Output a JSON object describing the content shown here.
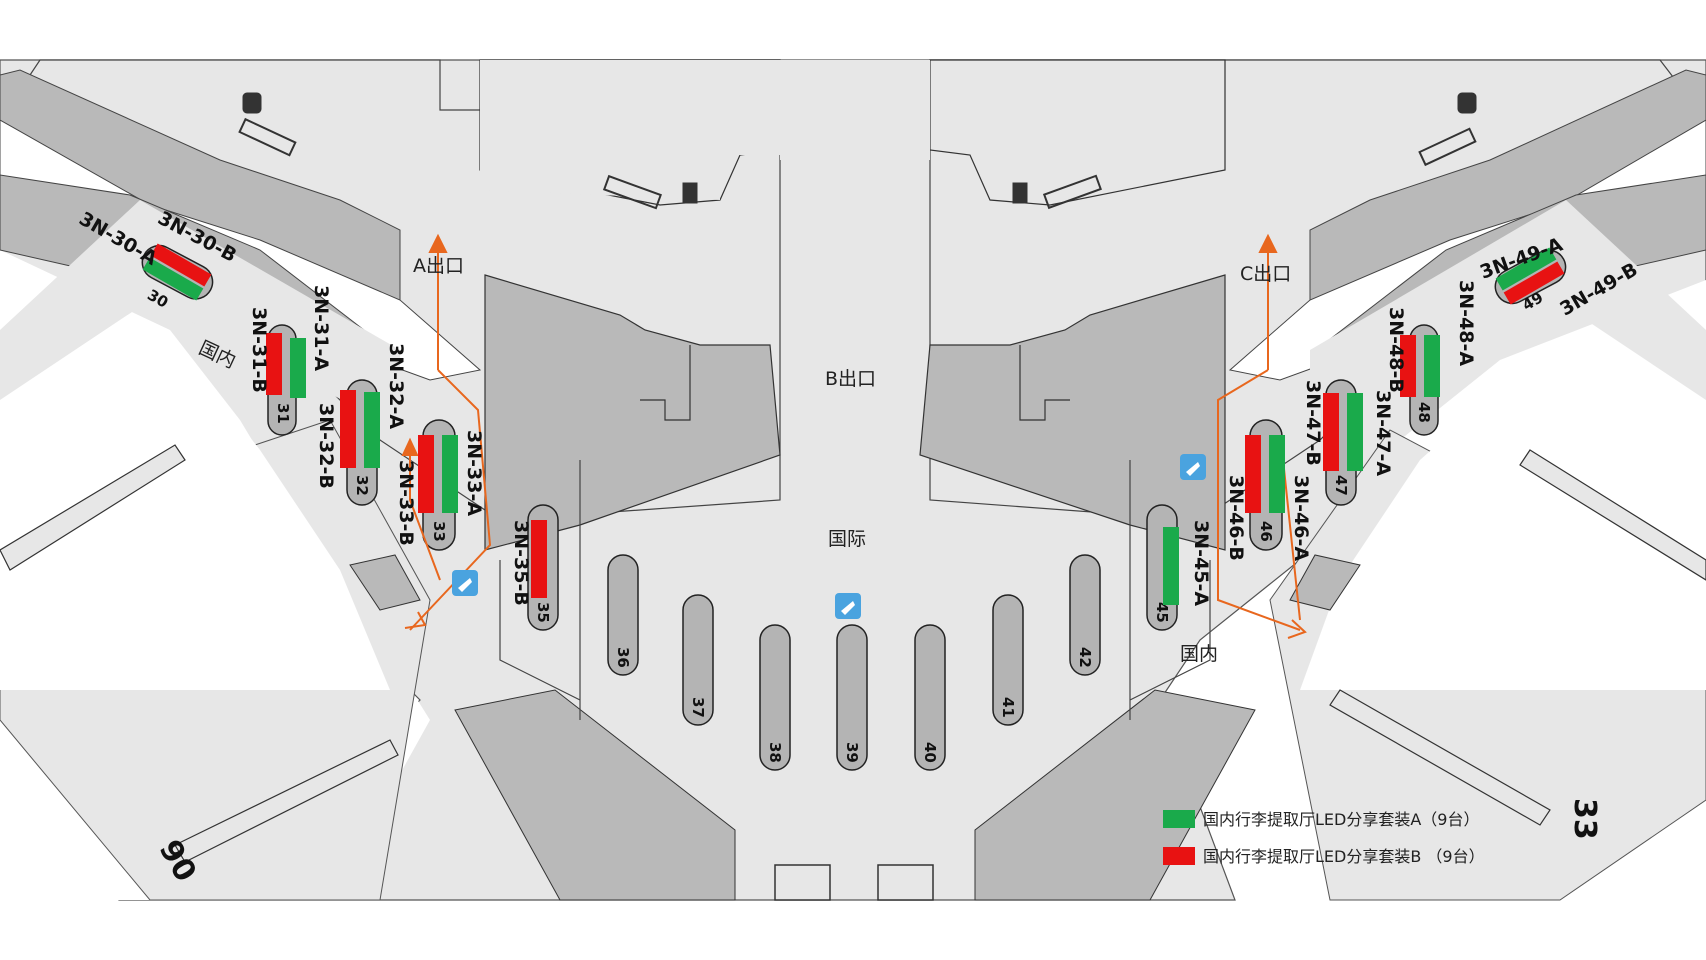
{
  "colors": {
    "background": "#e7e7e7",
    "block": "#b9b9b9",
    "outline": "#222222",
    "route": "#e8671e",
    "led_a": "#1aaa4b",
    "led_b": "#e81212",
    "carousel": "#b4b4b4",
    "icon": "#4aa3df"
  },
  "areas": {
    "exit_a": "A出口",
    "exit_b": "B出口",
    "exit_c": "C出口",
    "international": "国际",
    "domestic_left": "国内",
    "domestic_right": "国内"
  },
  "carousels": [
    "30",
    "31",
    "32",
    "33",
    "35",
    "36",
    "37",
    "38",
    "39",
    "40",
    "41",
    "42",
    "45",
    "46",
    "47",
    "48",
    "49"
  ],
  "gates": {
    "left": "90",
    "right": "33"
  },
  "led_labels": {
    "3N-30-A": "3N-30-A",
    "3N-30-B": "3N-30-B",
    "3N-31-A": "3N-31-A",
    "3N-31-B": "3N-31-B",
    "3N-32-A": "3N-32-A",
    "3N-32-B": "3N-32-B",
    "3N-33-A": "3N-33-A",
    "3N-33-B": "3N-33-B",
    "3N-35-B": "3N-35-B",
    "3N-45-A": "3N-45-A",
    "3N-46-A": "3N-46-A",
    "3N-46-B": "3N-46-B",
    "3N-47-A": "3N-47-A",
    "3N-47-B": "3N-47-B",
    "3N-48-A": "3N-48-A",
    "3N-48-B": "3N-48-B",
    "3N-49-A": "3N-49-A",
    "3N-49-B": "3N-49-B"
  },
  "legend": {
    "a": "国内行李提取厅LED分享套装A（9台）",
    "b": "国内行李提取厅LED分享套装B （9台）"
  }
}
